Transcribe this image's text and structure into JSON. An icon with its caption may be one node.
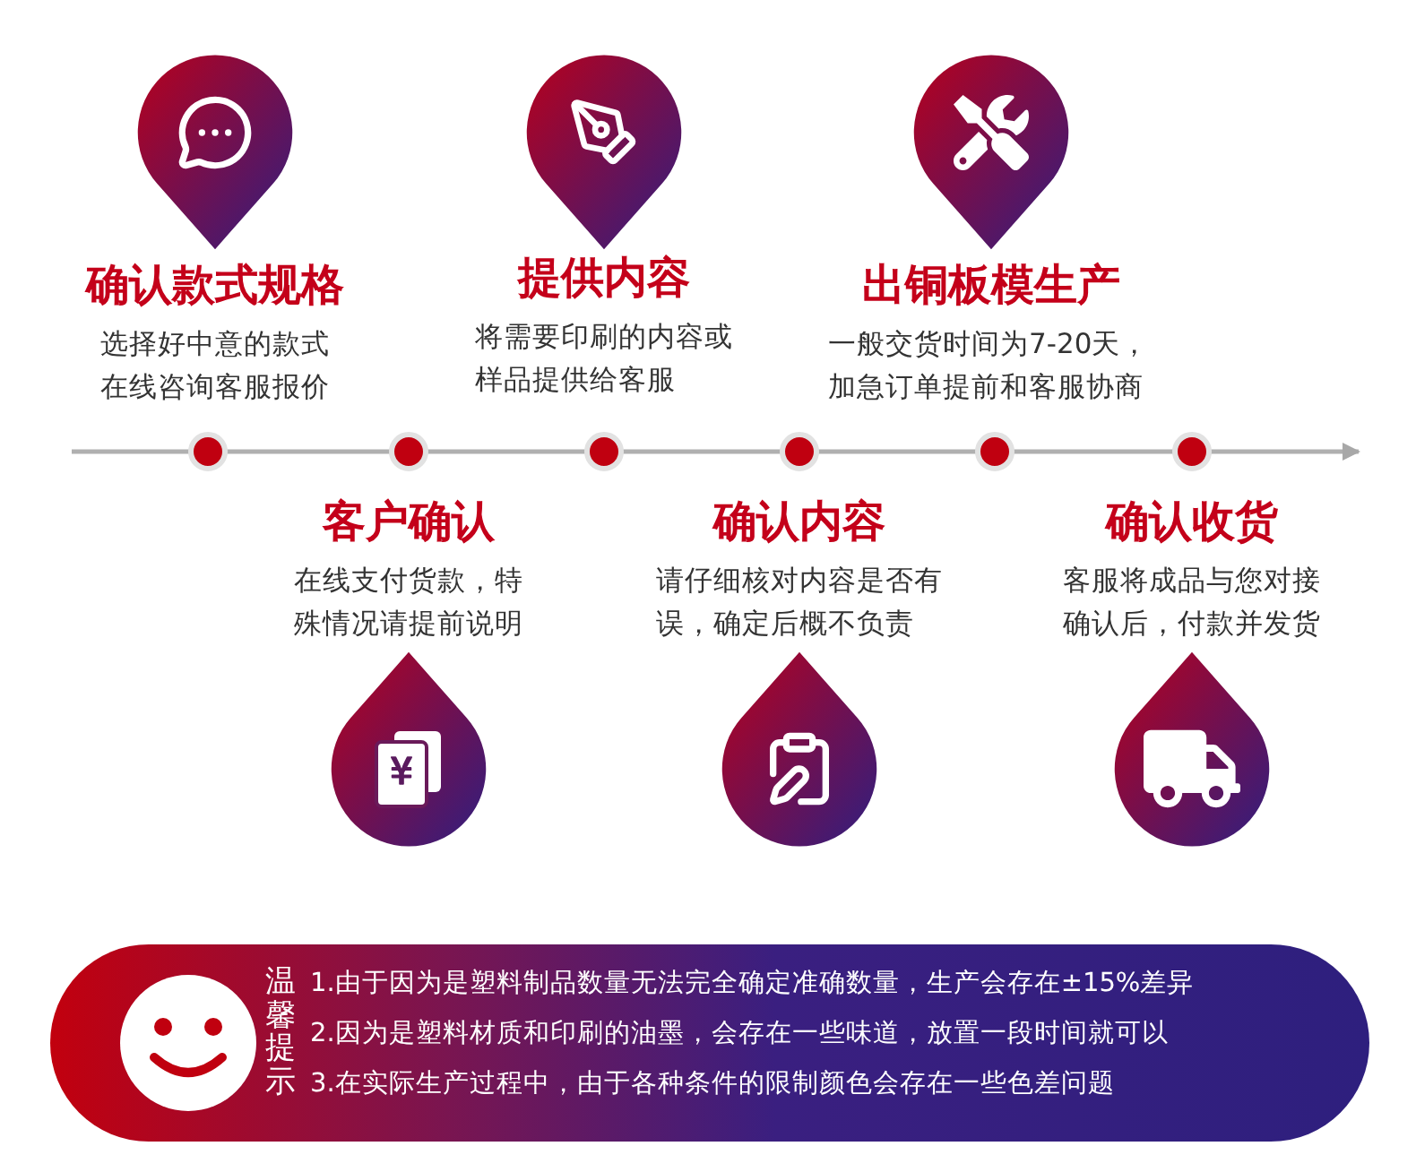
{
  "diagram": {
    "nodes": [
      {
        "text": [
          "确认款式规格",
          "选择好中意的款式在线咨询客服报价"
        ]
      },
      {
        "text": [
          "客户确认",
          "在线支付货款，特殊情况请提前说明"
        ]
      },
      {
        "text": [
          "提供内容",
          "将需要印刷的内容或样品提供给客服"
        ]
      },
      {
        "text": [
          "确认内容",
          "请仔细核对内容是否有误，确定后概不负责"
        ]
      },
      {
        "text": [
          "出铜板模生产",
          "一般交货时间为7-20天，加急订单提前和客服协商"
        ]
      },
      {
        "text": [
          "确认收货",
          "客服将成品与您对接确认后，付款并发货"
        ]
      },
      {
        "text": [
          "温馨提示",
          "1.由于因为是塑料制品数量无法完全确定准确数量，生产会存在±15%差异",
          "2.因为是塑料材质和印刷的油墨，会存在一些味道，放置一段时间就可以",
          "3.在实际生产过程中，由于各种条件的限制颜色会存在一些色差问题"
        ]
      }
    ]
  }
}
